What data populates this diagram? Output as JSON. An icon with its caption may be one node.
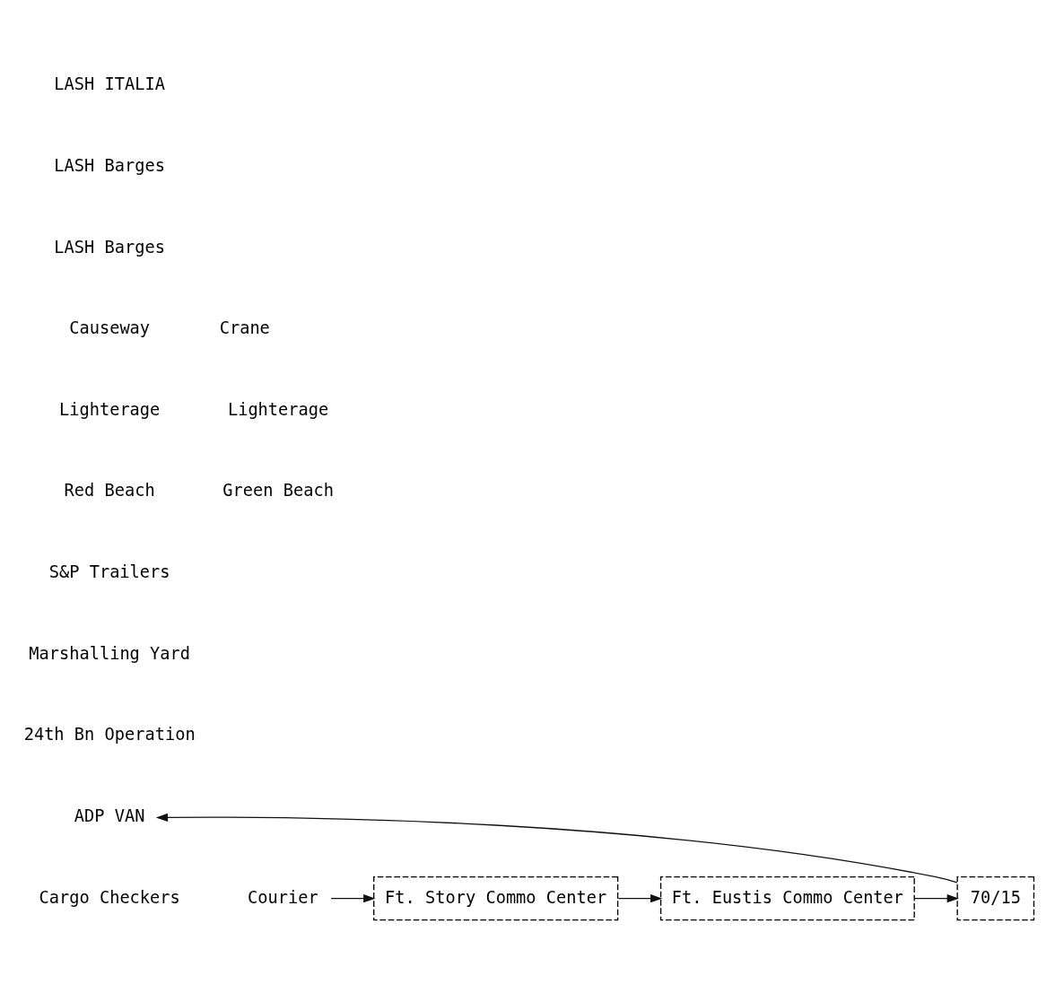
{
  "diagram": {
    "nodes": [
      {
        "text": [
          "LASH ITALIA"
        ]
      },
      {
        "text": [
          "LASH Barges"
        ]
      },
      {
        "text": [
          "LASH Barges"
        ]
      },
      {
        "text": [
          "Causeway"
        ]
      },
      {
        "text": [
          "Crane"
        ]
      },
      {
        "text": [
          "Lighterage"
        ]
      },
      {
        "text": [
          "Lighterage"
        ]
      },
      {
        "text": [
          "Red Beach"
        ]
      },
      {
        "text": [
          "Green Beach"
        ]
      },
      {
        "text": [
          "S&P Trailers"
        ]
      },
      {
        "text": [
          "Marshalling Yard"
        ]
      },
      {
        "text": [
          "24th Bn Operation"
        ]
      },
      {
        "text": [
          "ADP VAN"
        ]
      },
      {
        "text": [
          "Cargo Checkers"
        ]
      },
      {
        "text": [
          "Courier"
        ]
      },
      {
        "text": [
          "Ft. Story Commo Center"
        ]
      },
      {
        "text": [
          "Ft. Eustis Commo Center"
        ]
      },
      {
        "text": [
          "70/15"
        ]
      }
    ],
    "edges": [
      {
        "from": 14,
        "to": 15,
        "arrow": "to"
      },
      {
        "from": 15,
        "to": 16,
        "arrow": "to"
      },
      {
        "from": 16,
        "to": 17,
        "arrow": "to"
      },
      {
        "from": 17,
        "to": 12,
        "arrow": "to"
      }
    ]
  }
}
